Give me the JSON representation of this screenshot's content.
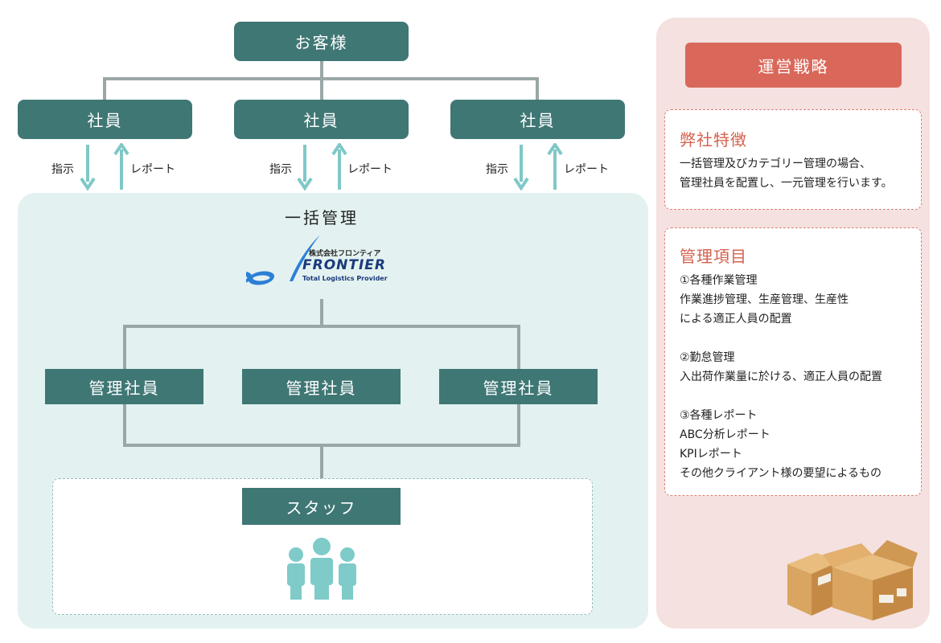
{
  "customer": "お客様",
  "employee": "社員",
  "instruction": "指示",
  "report": "レポート",
  "management_title": "一括管理",
  "logo": {
    "company_name": "株式会社フロンティア",
    "brand": "FRONTIER",
    "tagline": "Total Logistics Provider",
    "icon": "frontier-logo-icon"
  },
  "manager": "管理社員",
  "staff": "スタッフ",
  "strategy": {
    "title": "運営戦略",
    "features": {
      "title": "弊社特徴",
      "lines": [
        "一括管理及びカテゴリー管理の場合、",
        "管理社員を配置し、一元管理を行います。"
      ]
    },
    "items": {
      "title": "管理項目",
      "lines": [
        "①各種作業管理",
        "作業進捗管理、生産管理、生産性",
        "による適正人員の配置",
        "",
        "②勤怠管理",
        "入出荷作業量に於ける、適正人員の配置",
        "",
        "③各種レポート",
        "ABC分析レポート",
        "KPIレポート",
        "その他クライアント様の要望によるもの"
      ]
    }
  },
  "icons": {
    "arrow_down": "arrow-down-icon",
    "arrow_up": "arrow-up-icon",
    "people": "people-icon",
    "boxes": "cardboard-boxes-icon"
  },
  "colors": {
    "teal_box": "#3f7775",
    "arrow": "#7fc8c7",
    "connector": "#9aa7a6",
    "panel_bg": "#e3f2f1",
    "right_bg": "#f4e1e0",
    "strategy_btn": "#d9685a",
    "card_title": "#d4614f",
    "people": "#7ecbc9",
    "box": "#d9a560"
  }
}
